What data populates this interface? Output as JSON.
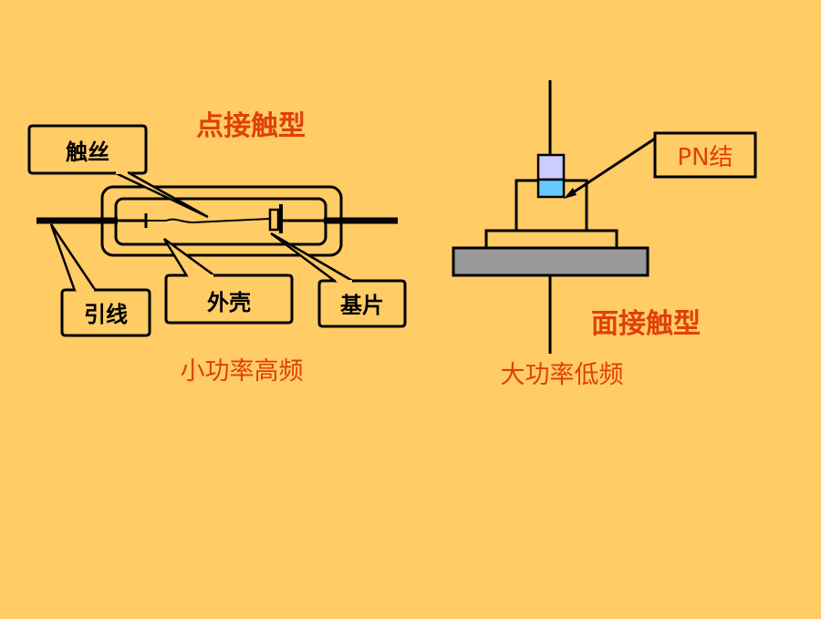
{
  "point_contact": {
    "title": "点接触型",
    "caption": "小功率高频",
    "labels": {
      "contact_wire": "触丝",
      "lead_wire": "引线",
      "shell": "外壳",
      "substrate": "基片"
    }
  },
  "junction": {
    "title": "面接触型",
    "caption": "大功率低频",
    "labels": {
      "pn_junction": "PN结"
    }
  },
  "colors": {
    "background": "#FFCC66",
    "accent_red": "#E0400A",
    "line": "#000000",
    "base_gray": "#999999",
    "p_region": "#CCCCFF",
    "n_region": "#66CCFF"
  }
}
